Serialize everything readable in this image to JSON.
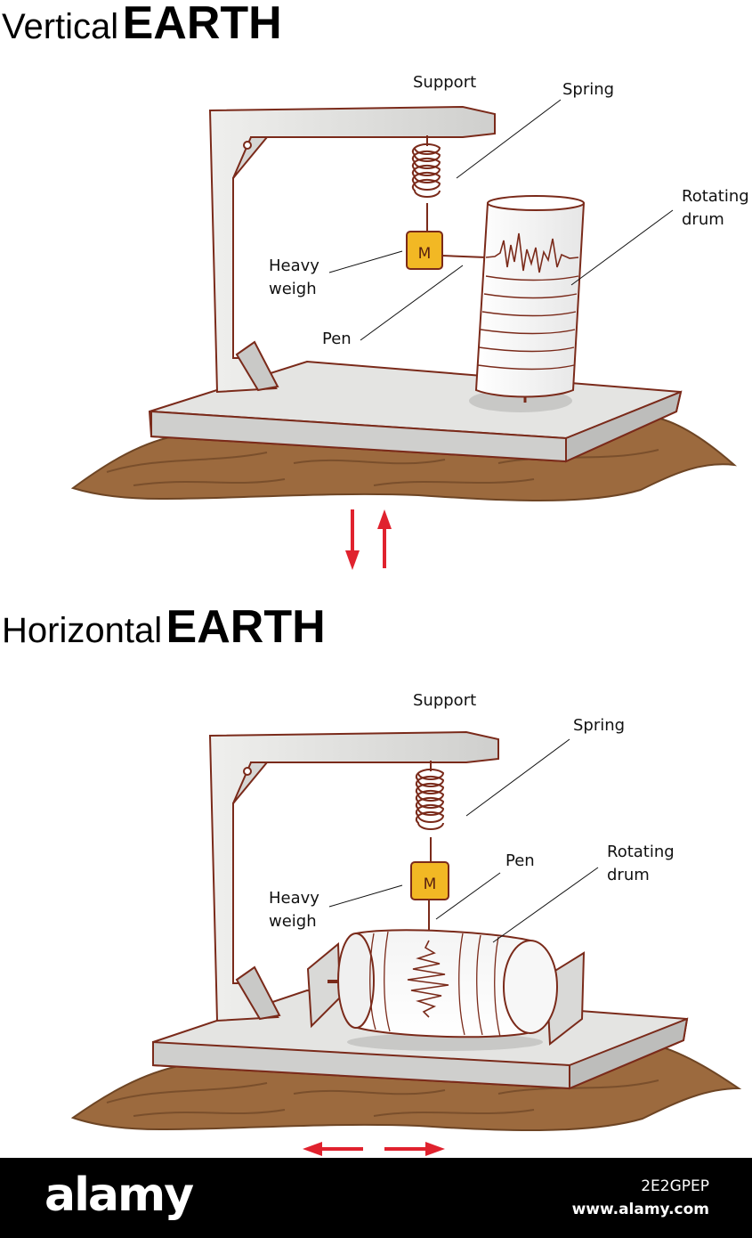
{
  "top": {
    "title_light": "Vertical",
    "title_bold": "EARTH",
    "labels": {
      "support": "Support",
      "spring": "Spring",
      "rotating_drum_1": "Rotating",
      "rotating_drum_2": "drum",
      "heavy_weigh_1": "Heavy",
      "heavy_weigh_2": "weigh",
      "pen": "Pen",
      "mass": "M"
    }
  },
  "bottom": {
    "title_light": "Horizontal",
    "title_bold": "EARTH",
    "labels": {
      "support": "Support",
      "spring": "Spring",
      "pen": "Pen",
      "rotating_drum_1": "Rotating",
      "rotating_drum_2": "drum",
      "heavy_weigh_1": "Heavy",
      "heavy_weigh_2": "weigh",
      "mass": "M"
    }
  },
  "footer": {
    "brand": "alamy",
    "image_id": "2E2GPEP",
    "site": "www.alamy.com"
  },
  "colors": {
    "arrow": "#e0222e",
    "outline": "#7a2a1a",
    "soil": "#9c6a3e",
    "platform": "#e4e4e2",
    "mass": "#f2b824"
  }
}
